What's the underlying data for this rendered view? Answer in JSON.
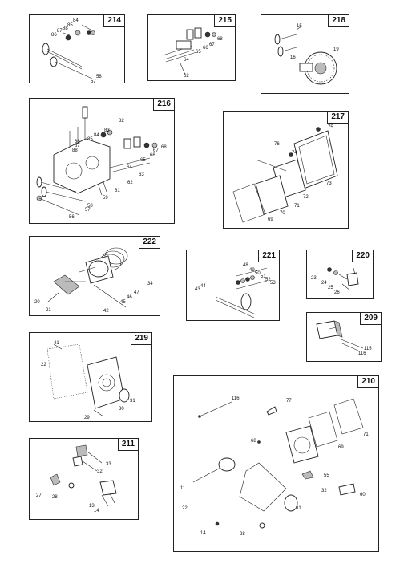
{
  "panels": {
    "p214": {
      "number": "214",
      "labels": [
        "84",
        "85",
        "87",
        "86",
        "88",
        "58",
        "57"
      ]
    },
    "p215": {
      "number": "215",
      "labels": [
        "68",
        "67",
        "66",
        "65",
        "64",
        "62"
      ]
    },
    "p218": {
      "number": "218",
      "labels": [
        "15",
        "19",
        "16"
      ]
    },
    "p216": {
      "number": "216",
      "labels": [
        "83",
        "82",
        "84",
        "85",
        "86",
        "87",
        "88",
        "66",
        "67",
        "68",
        "65",
        "64",
        "63",
        "62",
        "61",
        "59",
        "58",
        "57",
        "56"
      ]
    },
    "p217": {
      "number": "217",
      "labels": [
        "75",
        "76",
        "74",
        "73",
        "72",
        "71",
        "70",
        "69"
      ]
    },
    "p222": {
      "number": "222",
      "labels": [
        "34",
        "47",
        "46",
        "45",
        "42",
        "20",
        "21"
      ]
    },
    "p221": {
      "number": "221",
      "labels": [
        "48",
        "49",
        "50",
        "51",
        "52",
        "53",
        "43",
        "44"
      ]
    },
    "p220": {
      "number": "220",
      "labels": [
        "23",
        "24",
        "25",
        "26"
      ]
    },
    "p209": {
      "number": "209",
      "labels": [
        "115",
        "116"
      ]
    },
    "p219": {
      "number": "219",
      "labels": [
        "41",
        "22",
        "31",
        "30",
        "29"
      ]
    },
    "p210": {
      "number": "210",
      "labels": [
        "116",
        "77",
        "71",
        "69",
        "68",
        "55",
        "32",
        "60",
        "11",
        "22",
        "31",
        "14",
        "28"
      ]
    },
    "p211": {
      "number": "211",
      "labels": [
        "33",
        "32",
        "27",
        "28",
        "13",
        "14"
      ]
    }
  }
}
